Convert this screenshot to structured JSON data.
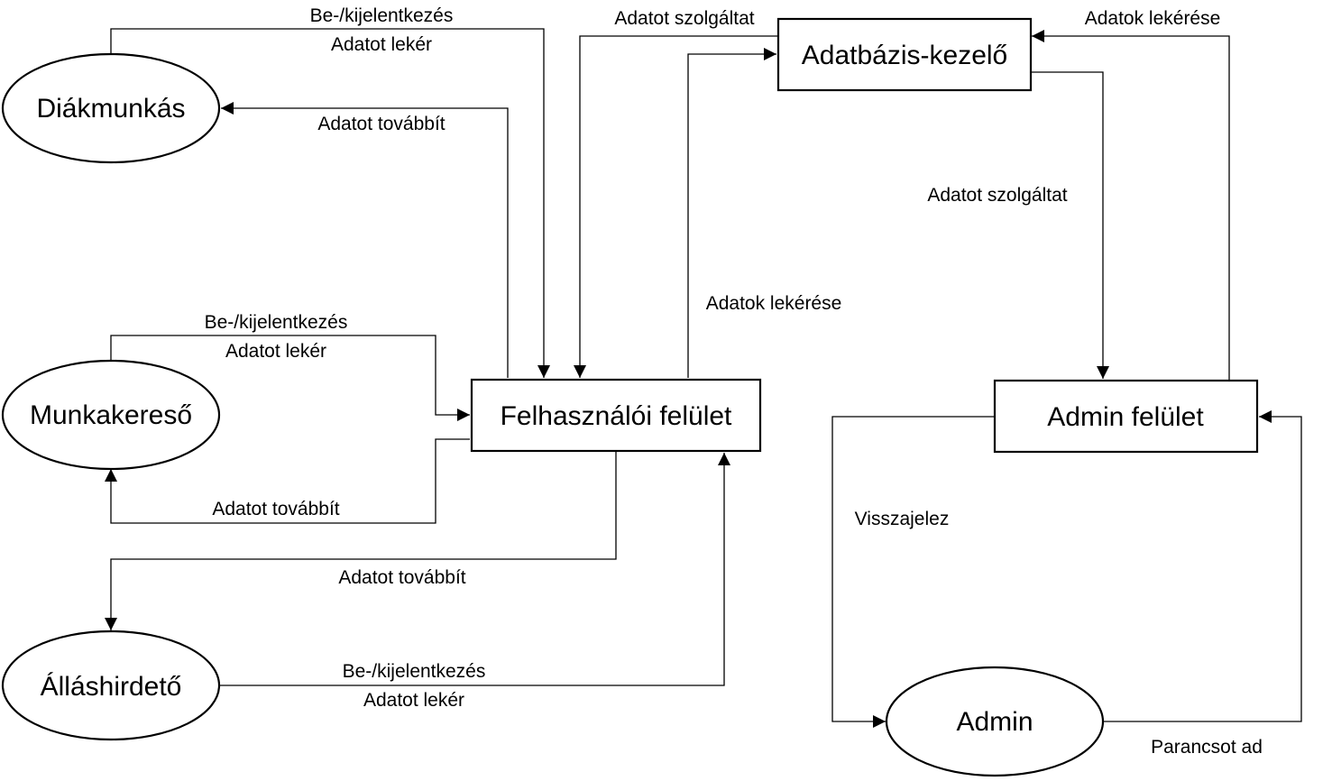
{
  "nodes": {
    "diakmunkas": "Diákmunkás",
    "munkakereso": "Munkakereső",
    "allashirdeto": "Álláshirdető",
    "felhasznaloi": "Felhasználói felület",
    "adatbazis": "Adatbázis-kezelő",
    "admin_felulet": "Admin felület",
    "admin": "Admin"
  },
  "edges": {
    "diak_login": "Be-/kijelentkezés",
    "diak_request": "Adatot lekér",
    "diak_forward": "Adatot továbbít",
    "munka_login": "Be-/kijelentkezés",
    "munka_request": "Adatot lekér",
    "munka_forward": "Adatot továbbít",
    "allas_forward": "Adatot továbbít",
    "allas_login": "Be-/kijelentkezés",
    "allas_request": "Adatot lekér",
    "db_serves_ui": "Adatot szolgáltat",
    "ui_queries_db": "Adatok lekérése",
    "admin_queries_db": "Adatok lekérése",
    "db_serves_admin": "Adatot szolgáltat",
    "admin_feedback": "Visszajelez",
    "admin_command": "Parancsot ad"
  }
}
